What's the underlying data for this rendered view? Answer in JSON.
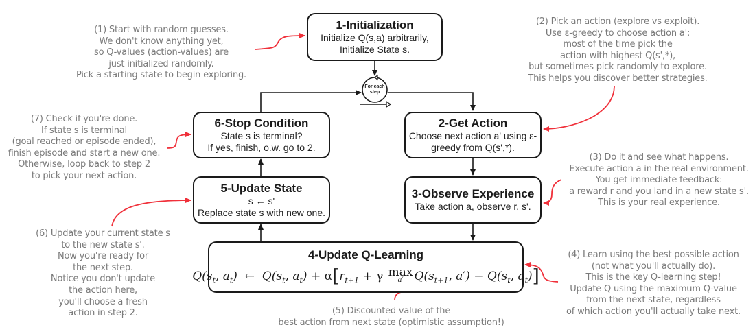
{
  "diagram": {
    "boxes": {
      "init": {
        "title": "1-Initialization",
        "lines": [
          "Initialize Q(s,a) arbitrarily,",
          "Initialize State s."
        ]
      },
      "get_action": {
        "title": "2-Get Action",
        "lines": [
          "Choose next action a' using ε-",
          "greedy from Q(s',*)."
        ]
      },
      "observe": {
        "title": "3-Observe Experience",
        "lines": [
          "Take action a, observe r, s'."
        ]
      },
      "update_q": {
        "title": "4-Update Q-Learning",
        "formula": "Q(s_t, a_t) ← Q(s_t, a_t) + α[r_{t+1} + γ max_{a'} Q(s_{t+1}, a') − Q(s_t, a_t)]"
      },
      "update_state": {
        "title": "5-Update State",
        "lines": [
          "s ← s'",
          "Replace state s with new one."
        ]
      },
      "stop": {
        "title": "6-Stop Condition",
        "lines": [
          "State s is terminal?",
          "If yes, finish, o.w. go to 2."
        ]
      }
    },
    "loop": {
      "label_line1": "For each",
      "label_line2": "step"
    },
    "formula_parts": {
      "lhs": "Q(s",
      "t": "t",
      "a": ", a",
      "close": ")",
      "arrow": "←",
      "plus_alpha": "+ α",
      "r": "r",
      "t1": "t+1",
      "plus_gamma": "+ γ",
      "max": "max",
      "aprime": "a′",
      "q_next": "Q(s",
      "aprime_close": ", a′)",
      "minus": "−"
    },
    "notes": {
      "n1": [
        "(1) Start with random guesses.",
        "We don't know anything yet,",
        "so Q-values (action-values) are",
        "just initialized randomly.",
        "Pick a starting state to begin exploring."
      ],
      "n2": [
        "(2) Pick an action (explore vs exploit).",
        "Use ε-greedy to choose action a':",
        "most of the time pick the",
        "action with highest Q(s',*),",
        "but sometimes pick randomly to explore.",
        "This helps you discover better strategies."
      ],
      "n3": [
        "(3) Do it and see what happens.",
        "Execute action a in the real environment.",
        "You get immediate feedback:",
        "a reward r and you land in a new state s'.",
        "This is your real experience."
      ],
      "n4": [
        "(4) Learn using the best possible action",
        "(not what you'll actually do).",
        "This is the key Q-learning step!",
        "Update Q using the maximum Q-value",
        "from the next state, regardless",
        "of which action you'll actually take next."
      ],
      "n5": [
        "(5) Discounted value of the",
        "best action from next state (optimistic assumption!)"
      ],
      "n6": [
        "(6) Update your current state s",
        "to the new state s'.",
        "Now you're ready for",
        "the next step.",
        "Notice you don't update",
        "the action here,",
        "you'll choose a fresh",
        "action in step 2."
      ],
      "n7": [
        "(7) Check if you're done.",
        "If state s is terminal",
        "(goal reached or episode ended),",
        "finish episode and start a new one.",
        "Otherwise, loop back to step 2",
        "to pick your next action."
      ]
    },
    "colors": {
      "box_border": "#1a1a1a",
      "note_text": "#7a7a7a",
      "annotation_arrow": "#f0303a"
    }
  }
}
